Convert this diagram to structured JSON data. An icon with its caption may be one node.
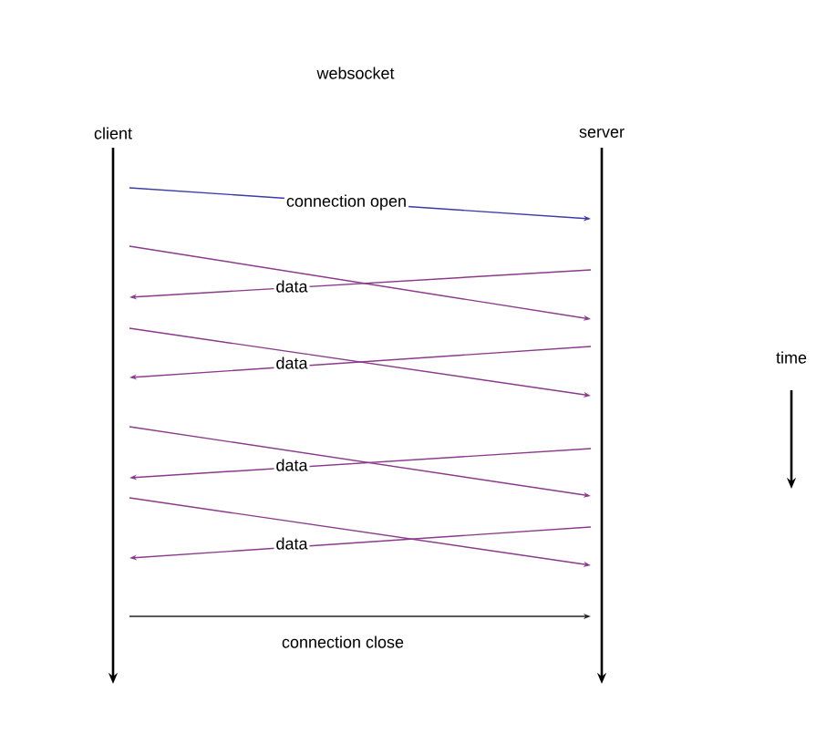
{
  "diagram": {
    "title": "websocket",
    "nodes": [
      {
        "text": [
          "client"
        ]
      },
      {
        "text": [
          "server"
        ]
      }
    ],
    "edges": [
      {
        "from": 0,
        "to": 1,
        "arrow": "to",
        "label": "connection open",
        "color": "#3a3aa8"
      },
      {
        "from": 0,
        "to": 1,
        "arrow": "to"
      },
      {
        "from": 1,
        "to": 0,
        "arrow": "to",
        "label": "data"
      },
      {
        "from": 0,
        "to": 1,
        "arrow": "to"
      },
      {
        "from": 1,
        "to": 0,
        "arrow": "to",
        "label": "data"
      },
      {
        "from": 0,
        "to": 1,
        "arrow": "to"
      },
      {
        "from": 1,
        "to": 0,
        "arrow": "to",
        "label": "data"
      },
      {
        "from": 0,
        "to": 1,
        "arrow": "to"
      },
      {
        "from": 1,
        "to": 0,
        "arrow": "to",
        "label": "data"
      },
      {
        "from": 0,
        "to": 1,
        "arrow": "to",
        "label": "connection close",
        "color": "#222222"
      }
    ],
    "labels": [
      "time"
    ]
  }
}
